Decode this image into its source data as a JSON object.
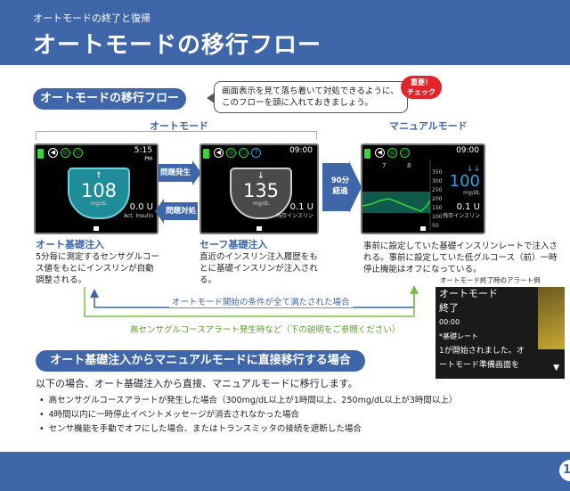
{
  "header": {
    "subtitle": "オートモードの終了と復帰",
    "title": "オートモードの移行フロー"
  },
  "section1": {
    "pill": "オートモードの移行フロー",
    "bubble": "画面表示を見て落ち着いて対処できるように、このフローを頭に入れておきましょう。",
    "badge_line1": "重要！",
    "badge_line2": "チェック"
  },
  "labels": {
    "auto_mode": "オートモード",
    "manual_mode": "マニュアルモード"
  },
  "screen1": {
    "time": "5:15",
    "ampm": "PM",
    "glucose": "108",
    "unit": "mg/dL",
    "insulin": "0.0 U",
    "insulin_label": "Act. Insulin",
    "trend": "↑"
  },
  "screen2": {
    "time": "09:00",
    "glucose": "135",
    "unit": "mg/dL",
    "insulin": "0.1 U",
    "insulin_label": "残存インスリン",
    "trend": "↓"
  },
  "screen3": {
    "time": "09:00",
    "glucose": "100",
    "unit": "mg/dL",
    "insulin": "0.1 U",
    "insulin_label": "残存インスリン",
    "trend": "↓↓",
    "xticks": [
      "7",
      "8"
    ],
    "yticks": [
      "350",
      "300",
      "250",
      "200",
      "150",
      "100",
      "50"
    ]
  },
  "arrows": {
    "problem": "問題発生",
    "resolved": "問題対処",
    "elapsed_line1": "90分",
    "elapsed_line2": "経過"
  },
  "captions": {
    "c1_title": "オート基礎注入",
    "c1_text": "5分毎に測定するセンサグルコース値をもとにインスリンが自動調整される。",
    "c2_title": "セーフ基礎注入",
    "c2_text": "直近のインスリン注入履歴をもとに基礎インスリンが注入される。",
    "c3_text": "事前に設定していた基礎インスリンレートで注入される。事前に設定していた低グルコース（前）一時停止機能はオフになっている。"
  },
  "flows": {
    "return": "オートモード開始の条件が全て満たされた場合",
    "direct": "高センサグルコースアラート発生時など（下の説明をご参照ください）"
  },
  "alert": {
    "caption": "オートモード終了時のアラート例",
    "l1": "オートモード",
    "l2": "終了",
    "l3": "00:00",
    "l4": "*基礎レート",
    "l5": "1が開始されました。オ",
    "l6": "ートモード準備画面を"
  },
  "section2": {
    "pill": "オート基礎注入からマニュアルモードに直接移行する場合",
    "intro": "以下の場合、オート基礎注入から直接、マニュアルモードに移行します。",
    "bullets": [
      "高センサグルコースアラートが発生した場合（300mg/dL以上が1時間以上、250mg/dL以上が3時間以上）",
      "4時間以内に一時停止イベントメッセージが消去されなかった場合",
      "センサ機能を手動でオフにした場合、またはトランスミッタの接続を遮断した場合"
    ]
  },
  "page_number": "1",
  "colors": {
    "brand": "#3f66a8",
    "green": "#7bc043",
    "alert_red": "#e0262c",
    "device_green": "#3bd43a"
  }
}
